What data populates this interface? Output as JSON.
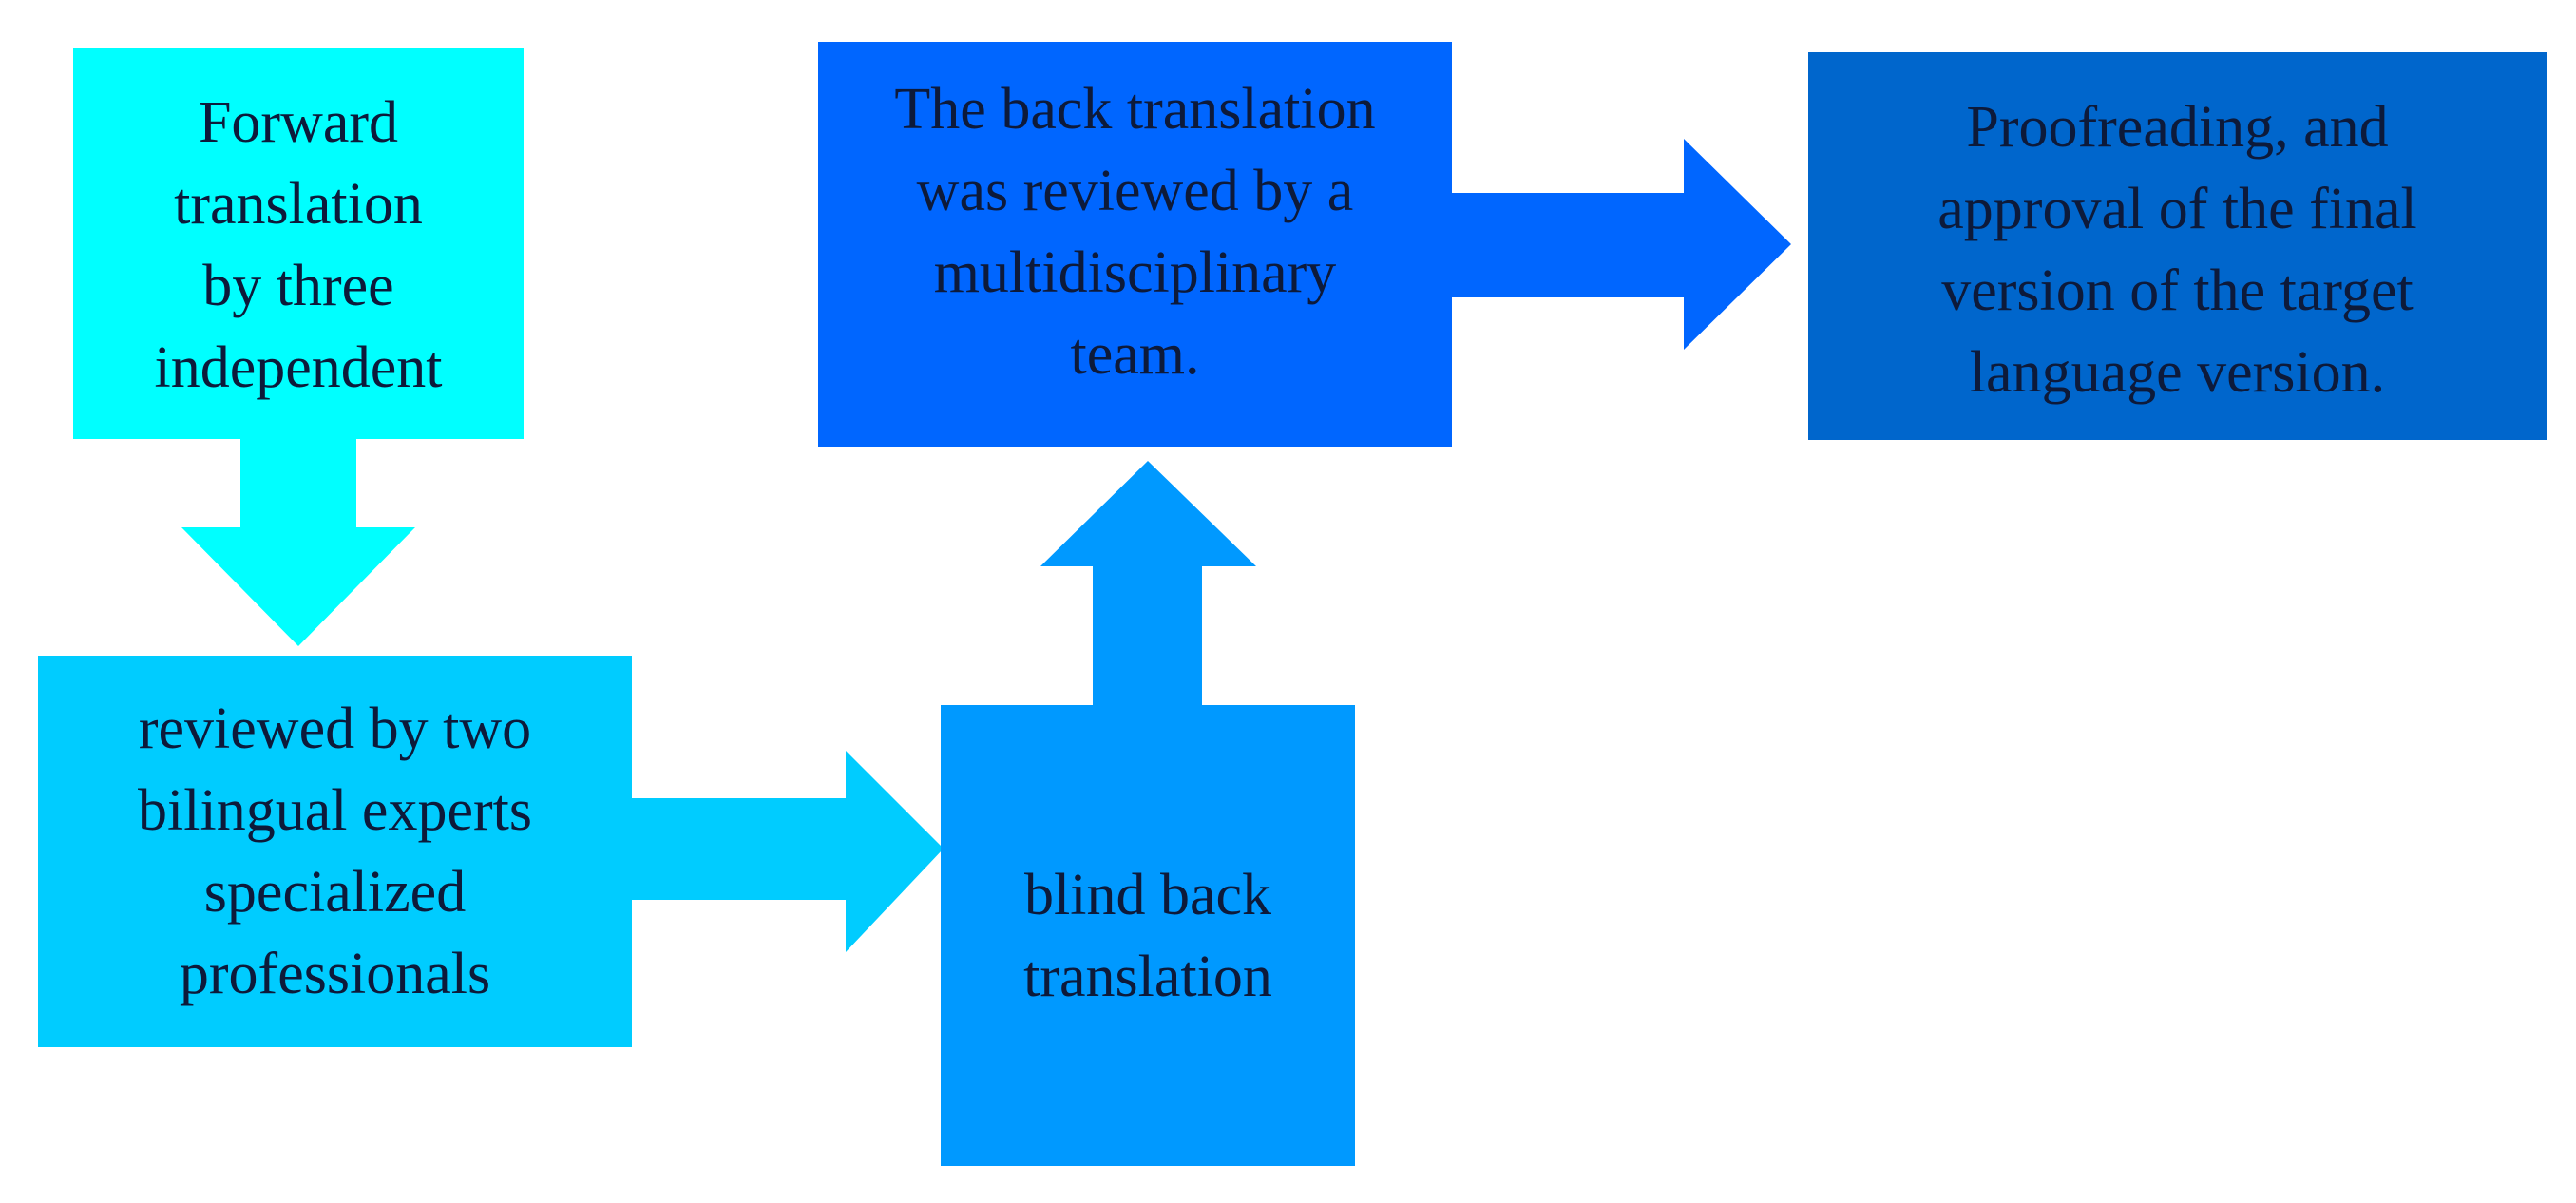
{
  "diagram": {
    "colors": {
      "step1": "#00ffff",
      "step2": "#00ccff",
      "step3": "#0099ff",
      "step4": "#0066ff",
      "step5": "#0066cc",
      "text": "#0d1a3a",
      "background": "#ffffff"
    },
    "steps": [
      {
        "id": "forward",
        "text": "Forward\ntranslation\nby three\nindependent"
      },
      {
        "id": "reviewed_experts",
        "text": "reviewed by two\nbilingual experts\nspecialized\nprofessionals"
      },
      {
        "id": "blind_back",
        "text": "blind back\ntranslation"
      },
      {
        "id": "multidisciplinary",
        "text": "The back translation\nwas reviewed by a\nmultidisciplinary\nteam."
      },
      {
        "id": "final",
        "text": "Proofreading, and\napproval of the final\nversion of the target\nlanguage version."
      }
    ],
    "connections": [
      {
        "from": "forward",
        "to": "reviewed_experts",
        "direction": "down"
      },
      {
        "from": "reviewed_experts",
        "to": "blind_back",
        "direction": "right"
      },
      {
        "from": "blind_back",
        "to": "multidisciplinary",
        "direction": "up"
      },
      {
        "from": "multidisciplinary",
        "to": "final",
        "direction": "right"
      }
    ]
  }
}
